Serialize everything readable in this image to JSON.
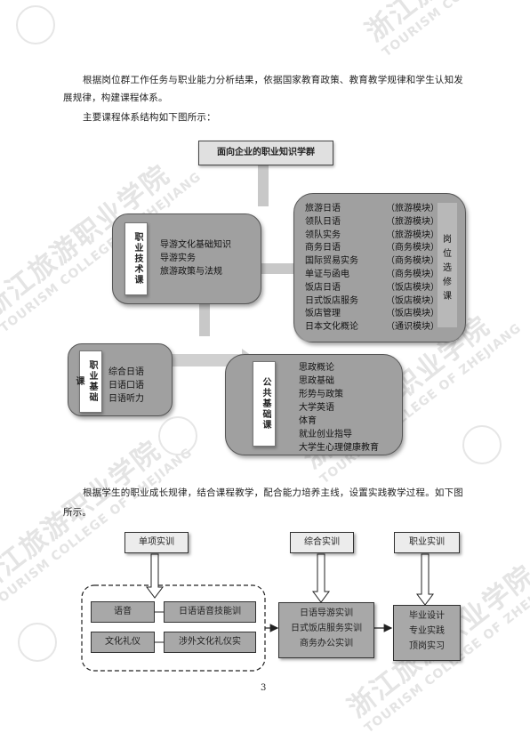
{
  "watermark": {
    "cn": "浙江旅游职业学院",
    "en": "TOURISM COLLEGE OF ZHEJIANG"
  },
  "paragraphs": {
    "p1_line1": "根据岗位群工作任务与职业能力分析结果，依据国家教育政策、教育教学规律和学生认知发",
    "p1_line2": "展规律，构建课程体系。",
    "p2": "主要课程体系结构如下图所示：",
    "p3_line1": "根据学生的职业成长规律，结合课程教学，配合能力培养主线，设置实践教学过程。如下图",
    "p3_line2": "所示。"
  },
  "curriculum": {
    "banner": "面向企业的职业知识学群",
    "professional": {
      "label": "职业技术课",
      "items": [
        "导游文化基础知识",
        "导游实务",
        "旅游政策与法规"
      ]
    },
    "basic": {
      "label": "职业基础课",
      "items": [
        "综合日语",
        "日语口语",
        "日语听力"
      ]
    },
    "public": {
      "label": "公共基础课",
      "items": [
        "思政概论",
        "思政基础",
        "形势与政策",
        "大学英语",
        "体育",
        "就业创业指导",
        "大学生心理健康教育"
      ]
    },
    "elective": {
      "label": "岗位选修课",
      "items": [
        {
          "course": "旅游日语",
          "module": "（旅游模块）"
        },
        {
          "course": "领队日语",
          "module": "（旅游模块）"
        },
        {
          "course": "领队实务",
          "module": "（旅游模块）"
        },
        {
          "course": "商务日语",
          "module": "（商务模块）"
        },
        {
          "course": "国际贸易实务",
          "module": "（商务模块）"
        },
        {
          "course": "单证与函电",
          "module": "（商务模块）"
        },
        {
          "course": "饭店日语",
          "module": "（饭店模块）"
        },
        {
          "course": "日式饭店服务",
          "module": "（饭店模块）"
        },
        {
          "course": "饭店管理",
          "module": "（饭店模块）"
        },
        {
          "course": "日本文化概论",
          "module": "（通识模块）"
        }
      ]
    }
  },
  "practice": {
    "single_header": "单项实训",
    "comprehensive_header": "综合实训",
    "vocational_header": "职业实训",
    "single_items": [
      {
        "left": "语音",
        "right": "日语语音技能训"
      },
      {
        "left": "文化礼仪",
        "right": "涉外文化礼仪实"
      }
    ],
    "comprehensive_items": [
      "日语导游实训",
      "日式饭店服务实训",
      "商务办公实训"
    ],
    "vocational_items": [
      "毕业设计",
      "专业实践",
      "顶岗实习"
    ]
  },
  "page_number": "3"
}
